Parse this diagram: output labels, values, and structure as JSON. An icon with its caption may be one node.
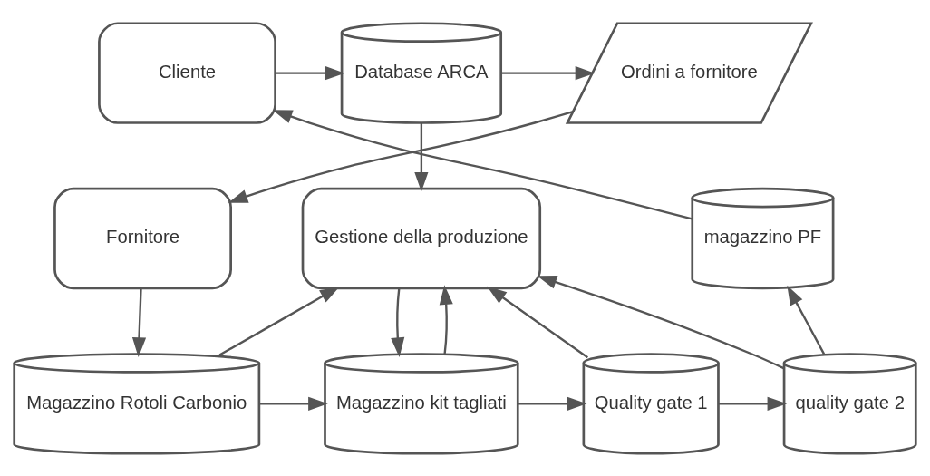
{
  "diagram": {
    "nodes": [
      {
        "text": [
          "Ordini a fornitore"
        ]
      },
      {
        "text": [
          "Database ARCA"
        ]
      },
      {
        "text": [
          "Cliente"
        ]
      },
      {
        "text": [
          "Fornitore"
        ]
      },
      {
        "text": [
          "Gestione della produzione"
        ]
      },
      {
        "text": [
          "magazzino PF"
        ]
      },
      {
        "text": [
          "Magazzino Rotoli Carbonio"
        ]
      },
      {
        "text": [
          "Magazzino kit tagliati"
        ]
      },
      {
        "text": [
          "Quality gate 1"
        ]
      },
      {
        "text": [
          "quality gate 2"
        ]
      }
    ],
    "edges": [
      {
        "from": 2,
        "to": 1,
        "arrow": "to"
      },
      {
        "from": 1,
        "to": 0,
        "arrow": "to"
      },
      {
        "from": 0,
        "to": 3,
        "arrow": "to"
      },
      {
        "from": 1,
        "to": 4,
        "arrow": "to"
      },
      {
        "from": 3,
        "to": 6,
        "arrow": "to"
      },
      {
        "from": 6,
        "to": 4,
        "arrow": "to"
      },
      {
        "from": 6,
        "to": 7,
        "arrow": "to"
      },
      {
        "from": 4,
        "to": 7,
        "arrow": "to"
      },
      {
        "from": 7,
        "to": 4,
        "arrow": "to"
      },
      {
        "from": 7,
        "to": 8,
        "arrow": "to"
      },
      {
        "from": 8,
        "to": 9,
        "arrow": "to"
      },
      {
        "from": 8,
        "to": 4,
        "arrow": "to"
      },
      {
        "from": 9,
        "to": 4,
        "arrow": "to"
      },
      {
        "from": 9,
        "to": 5,
        "arrow": "to"
      },
      {
        "from": 5,
        "to": 2,
        "arrow": "to"
      }
    ]
  }
}
